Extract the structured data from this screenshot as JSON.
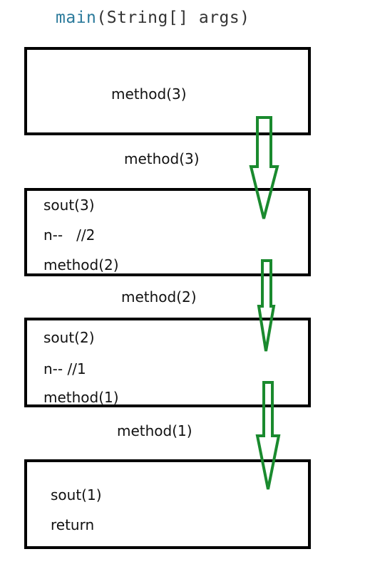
{
  "header": {
    "function_name": "main",
    "signature_rest": "(String[] args)"
  },
  "frames": [
    {
      "lines": [
        "method(3)"
      ]
    },
    {
      "lines": [
        "sout(3)",
        "n--   //2",
        "method(2)"
      ]
    },
    {
      "lines": [
        "sout(2)",
        "n-- //1",
        "method(1)"
      ]
    },
    {
      "lines": [
        "sout(1)",
        "return"
      ]
    }
  ],
  "calls": [
    {
      "label": "method(3)"
    },
    {
      "label": "method(2)"
    },
    {
      "label": "method(1)"
    }
  ],
  "colors": {
    "arrow": "#1a8a2e",
    "border": "#000000",
    "signature_function": "#2b7a9b"
  },
  "icons": [
    "down-arrow-icon"
  ]
}
